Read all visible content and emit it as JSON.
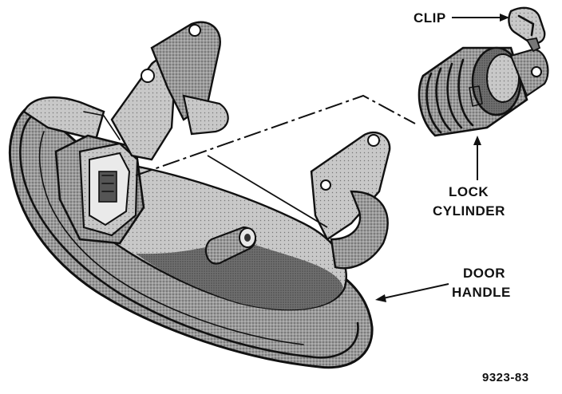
{
  "labels": {
    "clip": "CLIP",
    "lock_cylinder_line1": "LOCK",
    "lock_cylinder_line2": "CYLINDER",
    "door_handle_line1": "DOOR",
    "door_handle_line2": "HANDLE",
    "figure_number": "9323-83"
  },
  "colors": {
    "ink": "#111111",
    "shade": "#8a8a8a",
    "light_shade": "#c4c4c4",
    "background": "#ffffff"
  }
}
